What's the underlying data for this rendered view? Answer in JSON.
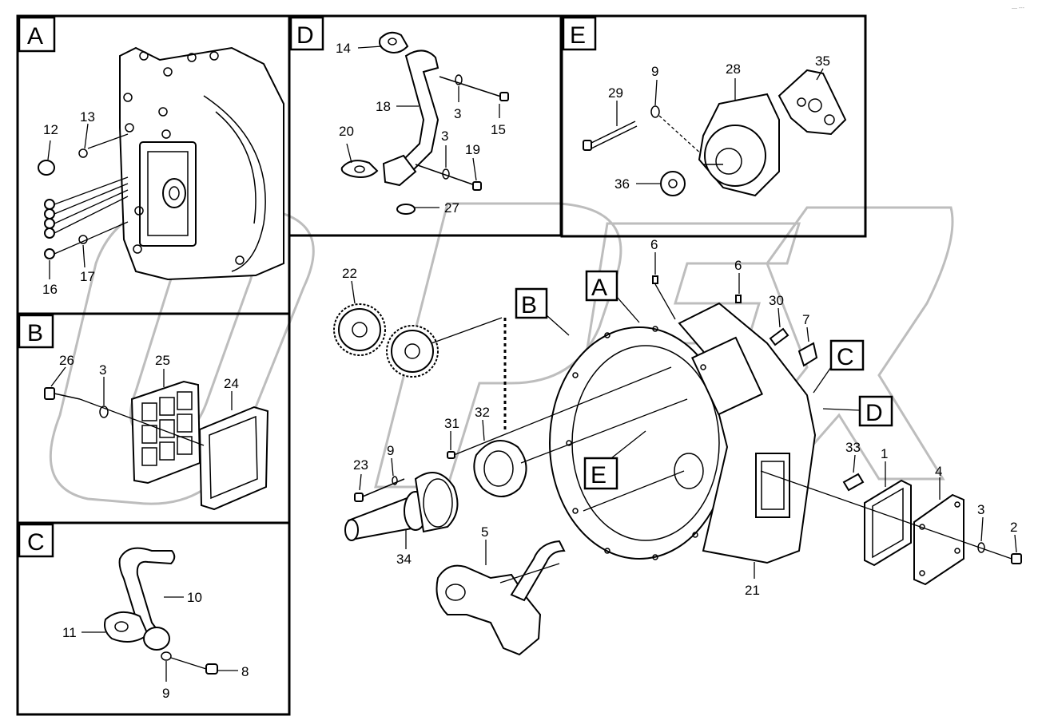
{
  "panels": {
    "A": {
      "letter": "A"
    },
    "B": {
      "letter": "B"
    },
    "C": {
      "letter": "C"
    },
    "D": {
      "letter": "D"
    },
    "E": {
      "letter": "E"
    }
  },
  "main_flags": {
    "A": "A",
    "B": "B",
    "C": "C",
    "D": "D",
    "E": "E"
  },
  "callouts": {
    "panel_a": {
      "c12": "12",
      "c13": "13",
      "c16": "16",
      "c17": "17"
    },
    "panel_b": {
      "c26": "26",
      "c3": "3",
      "c25": "25",
      "c24": "24"
    },
    "panel_c": {
      "c10": "10",
      "c11": "11",
      "c8": "8",
      "c9": "9"
    },
    "panel_d": {
      "c14": "14",
      "c18": "18",
      "c3a": "3",
      "c15": "15",
      "c20": "20",
      "c3b": "3",
      "c19": "19",
      "c27": "27"
    },
    "panel_e": {
      "c29": "29",
      "c9": "9",
      "c28": "28",
      "c35": "35",
      "c36": "36"
    },
    "main": {
      "c22": "22",
      "c6a": "6",
      "c6b": "6",
      "c30": "30",
      "c7": "7",
      "c31": "31",
      "c32": "32",
      "c23": "23",
      "c9": "9",
      "c34": "34",
      "c5": "5",
      "c33": "33",
      "c1": "1",
      "c4": "4",
      "c3": "3",
      "c2": "2",
      "c21": "21"
    }
  },
  "watermark_text": "OPEX",
  "corner_mark": "— ---"
}
